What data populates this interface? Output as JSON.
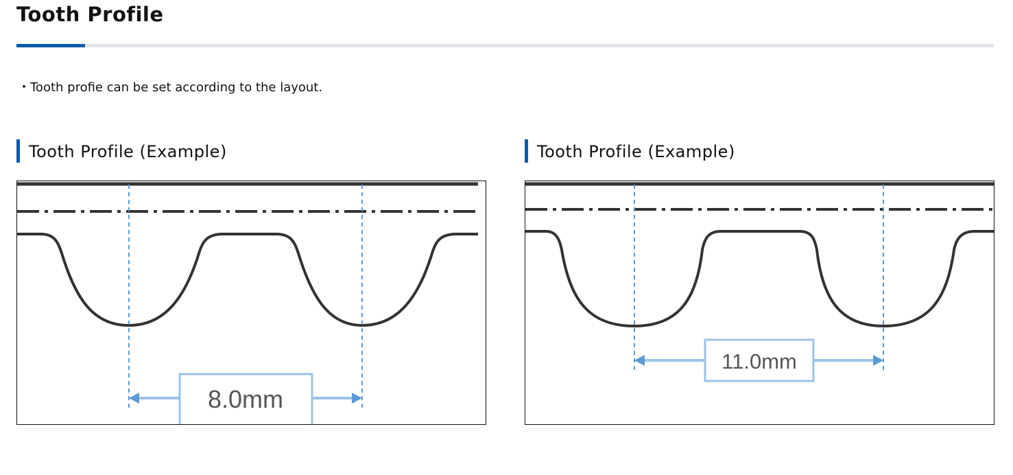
{
  "title": "Tooth Profile",
  "note": "・Tooth profie can be set according to the layout.",
  "examples": [
    {
      "heading": "Tooth Profile (Example)",
      "pitch": "8.0mm"
    },
    {
      "heading": "Tooth Profile (Example)",
      "pitch": "11.0mm"
    }
  ],
  "colors": {
    "accent": "#0a5aa8",
    "dimension": "#5b9bd5",
    "line": "#333333"
  }
}
